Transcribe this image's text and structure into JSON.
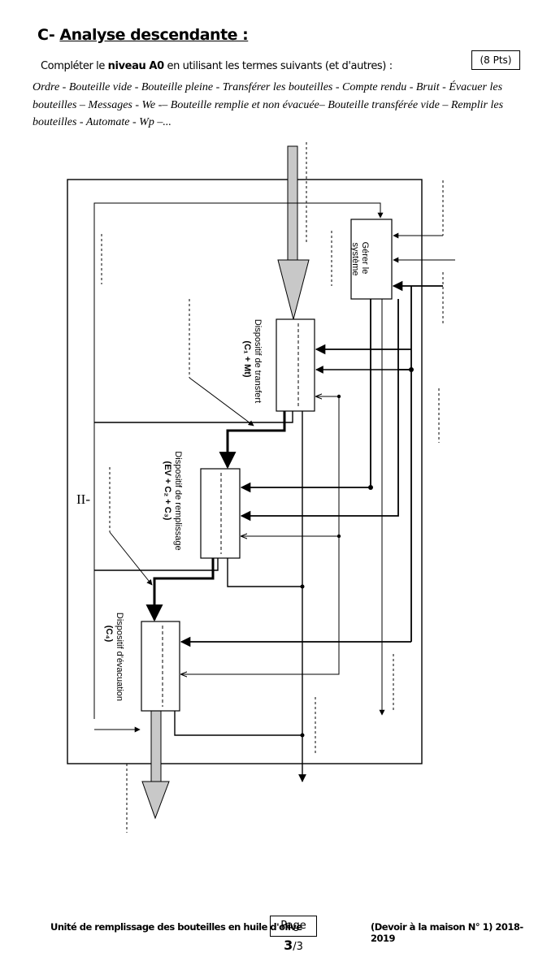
{
  "section": {
    "prefix": "C-",
    "title": "Analyse descendante :"
  },
  "points": "(8 Pts)",
  "instruction": {
    "before": "Compléter le ",
    "bold": "niveau A0",
    "after": " en utilisant les termes suivants (et d'autres) :"
  },
  "terms": "Ordre - Bouteille vide - Bouteille pleine - Transférer les bouteilles - Compte rendu - Bruit - Évacuer les bouteilles – Messages - We -– Bouteille remplie et non évacuée– Bouteille transférée vide – Remplir les bouteilles - Automate - Wp –...",
  "diagram": {
    "level_label": "II-",
    "blocks": {
      "manage": {
        "line1": "Gérer le",
        "line2": "système"
      },
      "transfer": {
        "line1": "Dispositif de transfert",
        "line2": "(C₁ + Mt)"
      },
      "filling": {
        "line1": "Dispositif de remplissage",
        "line2": "(EV + C₂ + C₃)"
      },
      "evacuation": {
        "line1": "Dispositif d'évacuation",
        "line2": "(C₄)"
      }
    }
  },
  "footer": {
    "left": "Unité de remplissage des bouteilles en huile d'olive",
    "page_prefix": "Page ",
    "page_num": "3",
    "page_total": "/3",
    "right": "(Devoir à la maison N° 1) 2018-2019"
  }
}
